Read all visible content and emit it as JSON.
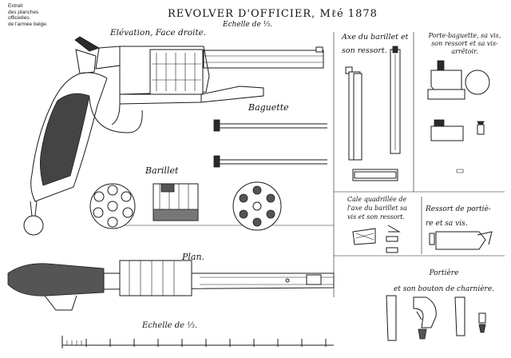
{
  "source_note": [
    "Extrait",
    "des planches",
    "officielles",
    "de l'armée belge."
  ],
  "title": "REVOLVER D'OFFICIER, Mℓé 1878",
  "scale_top": "Echelle de ⅓.",
  "views": {
    "elevation": "Elévation, Face droite.",
    "baguette": "Baguette",
    "barillet": "Barillet",
    "plan": "Plan.",
    "scale_bottom": "Echelle de ⅓."
  },
  "parts": {
    "axe_barillet": [
      "Axe du barillet et",
      "son ressort."
    ],
    "porte_baguette": [
      "Porte-baguette, sa vis,",
      "son ressort et sa vis-",
      "arrêtoir."
    ],
    "cale_quadrillee": [
      "Cale quadrillée de",
      "l'axe du barillet sa",
      "vis et son ressort."
    ],
    "ressort_portiere": [
      "Ressort de portiè-",
      "re et sa vis."
    ],
    "portiere": [
      "Portière",
      "et son bouton de charnière."
    ]
  },
  "icons": [
    "revolver-elevation-drawing",
    "revolver-plan-drawing",
    "cylinder-drawing",
    "ruler-scale"
  ]
}
